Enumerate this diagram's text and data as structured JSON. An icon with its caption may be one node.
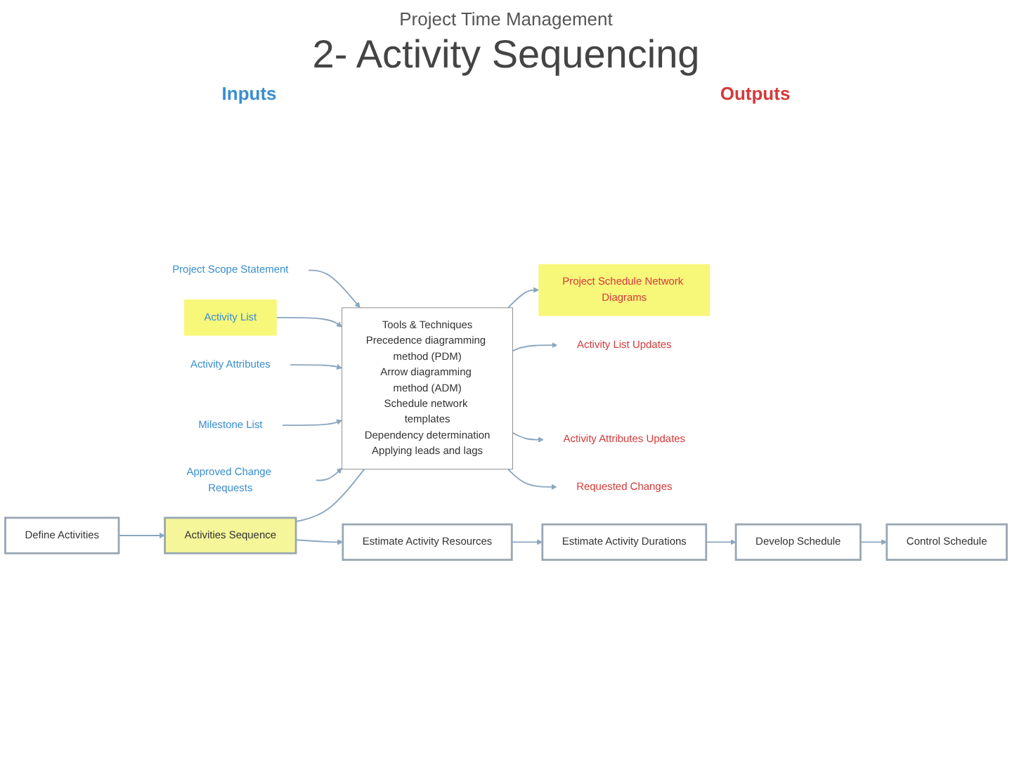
{
  "diagram": {
    "title": "2- Activity Sequencing",
    "nodes": [
      {
        "text": [
          "Project Scope Statement"
        ]
      },
      {
        "text": [
          "Activity List"
        ]
      },
      {
        "text": [
          "Activity Attributes"
        ]
      },
      {
        "text": [
          "Milestone List"
        ]
      },
      {
        "text": [
          "Approved Change Requests"
        ]
      },
      {
        "text": [
          "Tools & Techniques",
          "Precedence diagramming method (PDM)",
          "Arrow diagramming method (ADM)",
          "Schedule network templates",
          "Dependency determination",
          "Applying leads and lags"
        ]
      },
      {
        "text": [
          "Project Schedule Network Diagrams"
        ]
      },
      {
        "text": [
          "Activity List Updates"
        ]
      },
      {
        "text": [
          "Activity Attributes Updates"
        ]
      },
      {
        "text": [
          "Requested Changes"
        ]
      },
      {
        "text": [
          "Define Activities"
        ]
      },
      {
        "text": [
          "Activities Sequence"
        ]
      },
      {
        "text": [
          "Estimate Activity Resources"
        ]
      },
      {
        "text": [
          "Estimate Activity Durations"
        ]
      },
      {
        "text": [
          "Develop Schedule"
        ]
      },
      {
        "text": [
          "Control Schedule"
        ]
      }
    ],
    "edges": [
      {
        "from": 0,
        "to": 5,
        "arrow": "to"
      },
      {
        "from": 1,
        "to": 5,
        "arrow": "to"
      },
      {
        "from": 2,
        "to": 5,
        "arrow": "to"
      },
      {
        "from": 3,
        "to": 5,
        "arrow": "to"
      },
      {
        "from": 4,
        "to": 5,
        "arrow": "to"
      },
      {
        "from": 5,
        "to": 6,
        "arrow": "to"
      },
      {
        "from": 5,
        "to": 7,
        "arrow": "to"
      },
      {
        "from": 5,
        "to": 8,
        "arrow": "to"
      },
      {
        "from": 5,
        "to": 9,
        "arrow": "to"
      },
      {
        "from": 10,
        "to": 11,
        "arrow": "to"
      },
      {
        "from": 11,
        "to": 12,
        "arrow": "to"
      },
      {
        "from": 12,
        "to": 13,
        "arrow": "to"
      },
      {
        "from": 13,
        "to": 14,
        "arrow": "to"
      },
      {
        "from": 14,
        "to": 15,
        "arrow": "to"
      },
      {
        "from": 11,
        "to": 5,
        "arrow": "none"
      }
    ],
    "labels": [
      "Project Time Management",
      "Inputs",
      "Outputs"
    ]
  }
}
